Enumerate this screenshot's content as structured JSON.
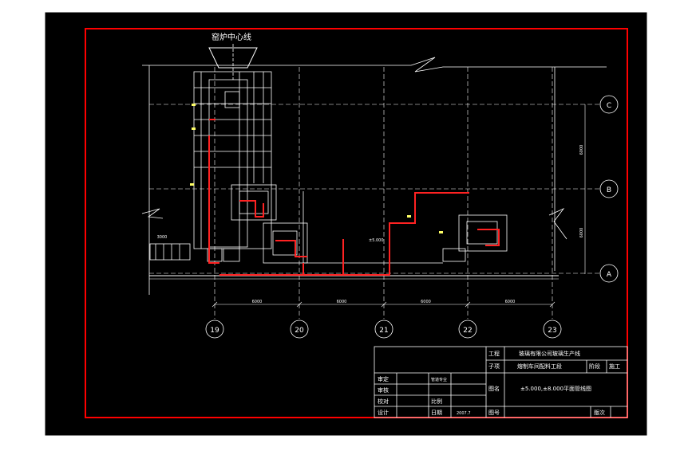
{
  "colors": {
    "background": "#000000",
    "frame": "#ffffff",
    "border": "#ff0000",
    "pipe": "#ff2222",
    "line": "#ffffff",
    "text": "#ffffff"
  },
  "top_label": "窑炉中心线",
  "axis_rows": [
    {
      "id": "row_c",
      "label": "C"
    },
    {
      "id": "row_b",
      "label": "B"
    },
    {
      "id": "row_a",
      "label": "A"
    }
  ],
  "axis_columns": [
    {
      "id": "col_19",
      "label": "19"
    },
    {
      "id": "col_20",
      "label": "20"
    },
    {
      "id": "col_21",
      "label": "21"
    },
    {
      "id": "col_22",
      "label": "22"
    },
    {
      "id": "col_23",
      "label": "23"
    }
  ],
  "dimensions": {
    "span_19_20": "6000",
    "span_20_21": "6000",
    "span_21_22": "6000",
    "span_22_23": "6000",
    "left_ext": "3000",
    "elevation_mark": "±5.000"
  },
  "title_block": {
    "project_label": "工程",
    "project_value": "玻璃有限公司玻璃生产线",
    "sub_label": "子项",
    "sub_value": "熔制车间配料工段",
    "stage_label": "阶段",
    "stage_value": "施工",
    "drawing_name_label": "图名",
    "drawing_name_value": "±5.000,±8.000平面管线图",
    "drawing_no_label": "图号",
    "revision_label": "版次",
    "rows": [
      {
        "label": "审定",
        "value": ""
      },
      {
        "label": "审核",
        "value": ""
      },
      {
        "label": "校对",
        "value": "比例"
      },
      {
        "label": "设计",
        "value": "日期"
      }
    ],
    "date_value": "2007.7",
    "drawing_type": "管道专业"
  }
}
